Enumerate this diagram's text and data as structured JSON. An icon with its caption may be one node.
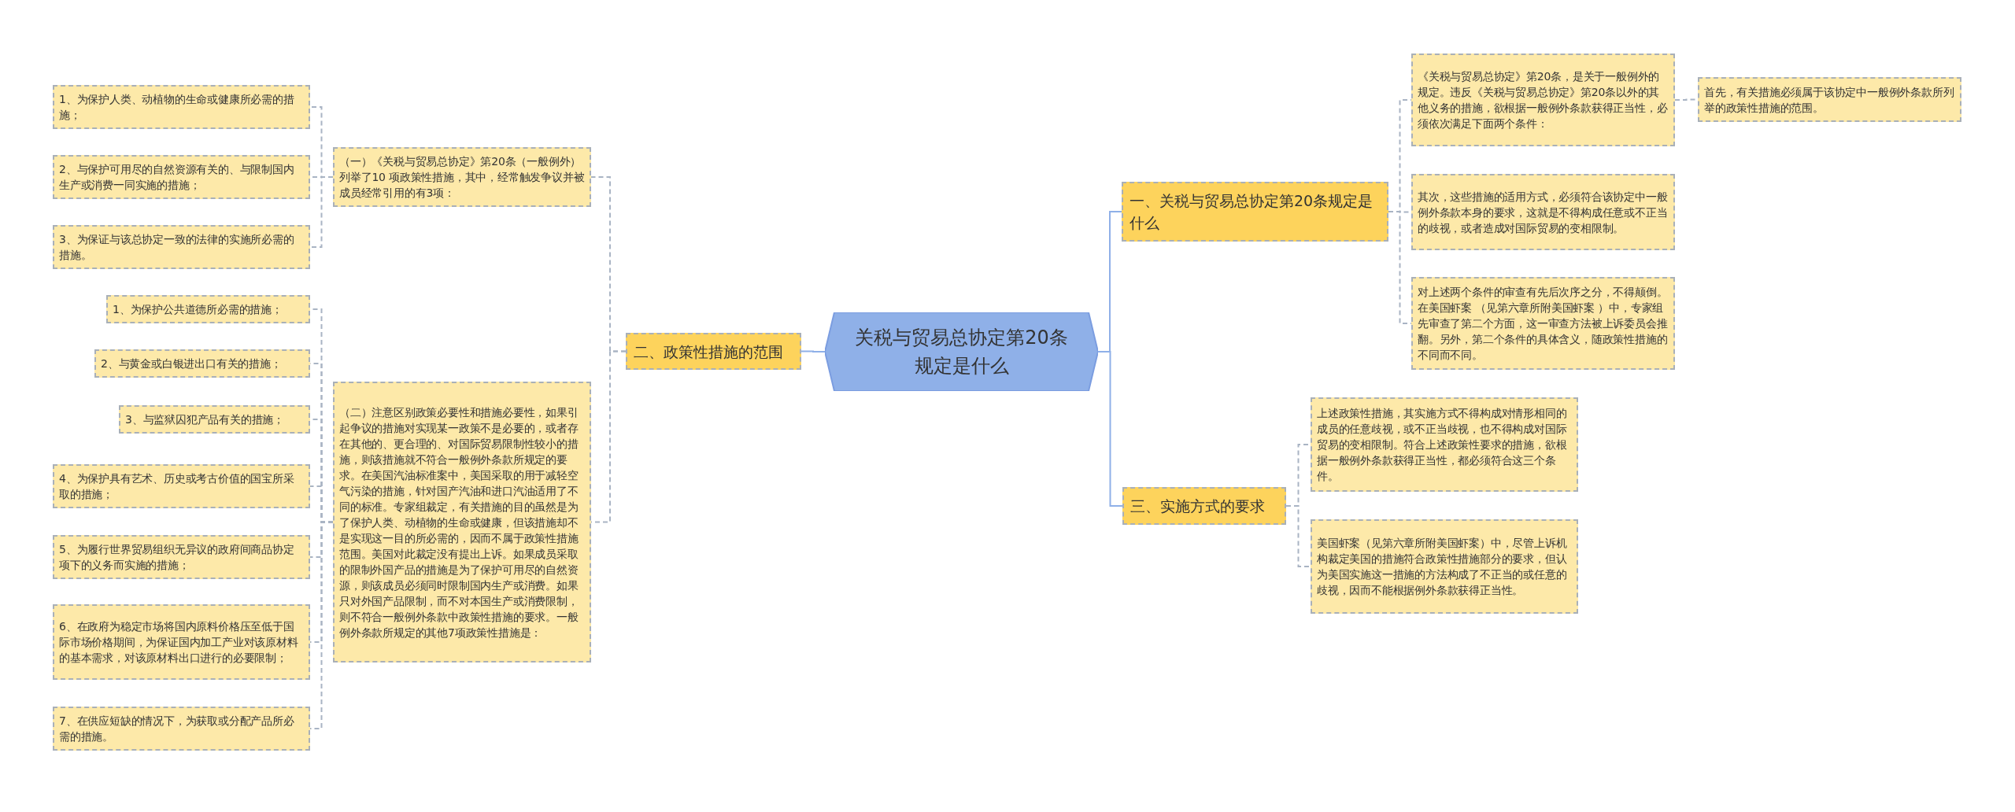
{
  "diagram": {
    "nodes": [
      {
        "text": [
          "关税与贸易总协定第20条规定是什么"
        ]
      },
      {
        "text": [
          "一、关税与贸易总协定第20条规定是什么"
        ]
      },
      {
        "text": [
          "《关税与贸易总协定》第20条，是关于一般例外的规定。违反《关税与贸易总协定》第20条以外的其他义务的措施，欲根据一般例外条款获得正当性，必须依次满足下面两个条件："
        ]
      },
      {
        "text": [
          "首先，有关措施必须属于该协定中一般例外条款所列举的政策性措施的范围。"
        ]
      },
      {
        "text": [
          "其次，这些措施的适用方式，必须符合该协定中一般例外条款本身的要求，这就是不得构成任意或不正当的歧视，或者造成对国际贸易的变相限制。"
        ]
      },
      {
        "text": [
          "对上述两个条件的审查有先后次序之分，不得颠倒。在美国虾案 （见第六章所附美国虾案 ）中，专家组先审查了第二个方面，这一审查方法被上诉委员会推翻。另外，第二个条件的具体含义，随政策性措施的不同而不同。"
        ]
      },
      {
        "text": [
          "三、实施方式的要求"
        ]
      },
      {
        "text": [
          "上述政策性措施，其实施方式不得构成对情形相同的成员的任意歧视，或不正当歧视，也不得构成对国际贸易的变相限制。符合上述政策性要求的措施，欲根据一般例外条款获得正当性，都必须符合这三个条件。"
        ]
      },
      {
        "text": [
          "美国虾案（见第六章所附美国虾案）中，尽管上诉机构裁定美国的措施符合政策性措施部分的要求，但认为美国实施这一措施的方法构成了不正当的或任意的歧视，因而不能根据例外条款获得正当性。"
        ]
      },
      {
        "text": [
          "二、政策性措施的范围"
        ]
      },
      {
        "text": [
          "（一）《关税与贸易总协定》第20条（一般例外）列举了10 项政策性措施，其中，经常触发争议并被成员经常引用的有3项："
        ]
      },
      {
        "text": [
          "1、为保护人类、动植物的生命或健康所必需的措施；"
        ]
      },
      {
        "text": [
          "2、与保护可用尽的自然资源有关的、与限制国内生产或消费一同实施的措施；"
        ]
      },
      {
        "text": [
          "3、为保证与该总协定一致的法律的实施所必需的措施。"
        ]
      },
      {
        "text": [
          "（二）注意区别政策必要性和措施必要性，如果引起争议的措施对实现某一政策不是必要的，或者存在其他的、更合理的、对国际贸易限制性较小的措施，则该措施就不符合一般例外条款所规定的要求。在美国汽油标准案中，美国采取的用于减轻空气污染的措施，针对国产汽油和进口汽油适用了不同的标准。专家组裁定，有关措施的目的虽然是为了保护人类、动植物的生命或健康，但该措施却不是实现这一目的所必需的，因而不属于政策性措施范围。美国对此裁定没有提出上诉。如果成员采取的限制外国产品的措施是为了保护可用尽的自然资源，则该成员必须同时限制国内生产或消费。如果只对外国产品限制，而不对本国生产或消费限制，则不符合一般例外条款中政策性措施的要求。一般例外条款所规定的其他7项政策性措施是："
        ]
      },
      {
        "text": [
          "1、为保护公共道德所必需的措施；"
        ]
      },
      {
        "text": [
          "2、与黄金或白银进出口有关的措施；"
        ]
      },
      {
        "text": [
          "3、与监狱囚犯产品有关的措施；"
        ]
      },
      {
        "text": [
          "4、为保护具有艺术、历史或考古价值的国宝所采取的措施；"
        ]
      },
      {
        "text": [
          "5、为履行世界贸易组织无异议的政府间商品协定项下的义务而实施的措施；"
        ]
      },
      {
        "text": [
          "6、在政府为稳定市场将国内原料价格压至低于国际市场价格期间，为保证国内加工产业对该原材料的基本需求，对该原材料出口进行的必要限制；"
        ]
      },
      {
        "text": [
          "7、在供应短缺的情况下，为获取或分配产品所必需的措施。"
        ]
      }
    ],
    "edges": [
      {
        "from": 0,
        "to": 1,
        "arrow": "none",
        "color": "#8fb0e8"
      },
      {
        "from": 0,
        "to": 6,
        "arrow": "none",
        "color": "#8fb0e8"
      },
      {
        "from": 0,
        "to": 9,
        "arrow": "none",
        "color": "#8fb0e8"
      },
      {
        "from": 1,
        "to": 2,
        "arrow": "none",
        "style": "dashed"
      },
      {
        "from": 2,
        "to": 3,
        "arrow": "none",
        "style": "dashed"
      },
      {
        "from": 1,
        "to": 4,
        "arrow": "none",
        "style": "dashed"
      },
      {
        "from": 1,
        "to": 5,
        "arrow": "none",
        "style": "dashed"
      },
      {
        "from": 6,
        "to": 7,
        "arrow": "none",
        "style": "dashed"
      },
      {
        "from": 6,
        "to": 8,
        "arrow": "none",
        "style": "dashed"
      },
      {
        "from": 9,
        "to": 10,
        "arrow": "none",
        "style": "dashed"
      },
      {
        "from": 10,
        "to": 11,
        "arrow": "none",
        "style": "dashed"
      },
      {
        "from": 10,
        "to": 12,
        "arrow": "none",
        "style": "dashed"
      },
      {
        "from": 10,
        "to": 13,
        "arrow": "none",
        "style": "dashed"
      },
      {
        "from": 9,
        "to": 14,
        "arrow": "none",
        "style": "dashed"
      },
      {
        "from": 14,
        "to": 15,
        "arrow": "none",
        "style": "dashed"
      },
      {
        "from": 14,
        "to": 16,
        "arrow": "none",
        "style": "dashed"
      },
      {
        "from": 14,
        "to": 17,
        "arrow": "none",
        "style": "dashed"
      },
      {
        "from": 14,
        "to": 18,
        "arrow": "none",
        "style": "dashed"
      },
      {
        "from": 14,
        "to": 19,
        "arrow": "none",
        "style": "dashed"
      },
      {
        "from": 14,
        "to": 20,
        "arrow": "none",
        "style": "dashed"
      },
      {
        "from": 14,
        "to": 21,
        "arrow": "none",
        "style": "dashed"
      }
    ]
  }
}
